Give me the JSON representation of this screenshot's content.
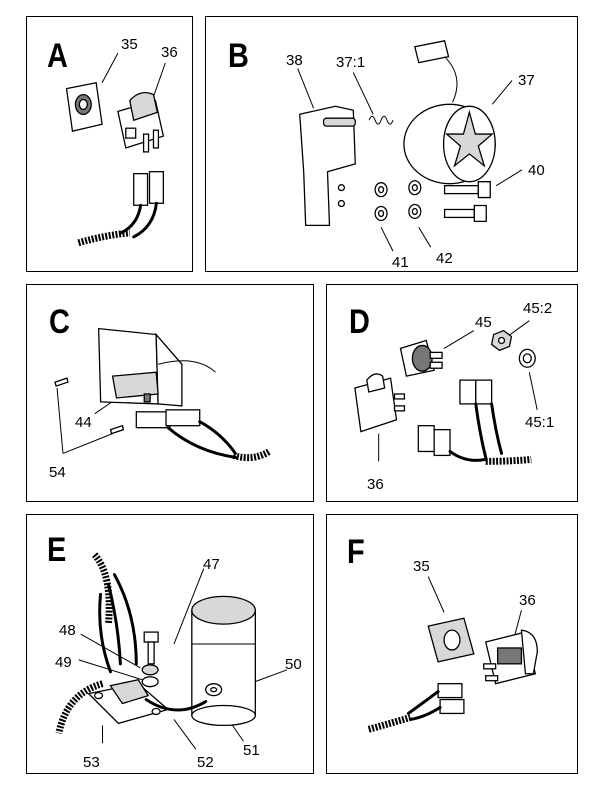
{
  "panels": {
    "A": {
      "letter": "A",
      "callouts": [
        "35",
        "36"
      ]
    },
    "B": {
      "letter": "B",
      "callouts": [
        "38",
        "37:1",
        "37",
        "40",
        "41",
        "42"
      ]
    },
    "C": {
      "letter": "C",
      "callouts": [
        "44",
        "54"
      ]
    },
    "D": {
      "letter": "D",
      "callouts": [
        "45",
        "45:2",
        "45:1",
        "36"
      ]
    },
    "E": {
      "letter": "E",
      "callouts": [
        "47",
        "48",
        "49",
        "50",
        "51",
        "52",
        "53"
      ]
    },
    "F": {
      "letter": "F",
      "callouts": [
        "35",
        "36"
      ]
    }
  }
}
